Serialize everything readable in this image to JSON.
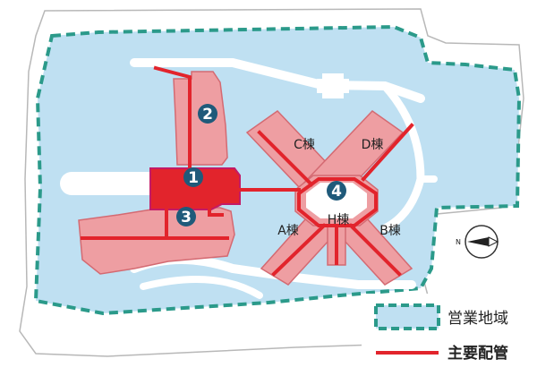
{
  "colors": {
    "business_area": "#bfe0f2",
    "boundary": "#2b9a8a",
    "building": "#ee9ea2",
    "building_stroke": "#d46a72",
    "core_building": "#e2242c",
    "pipe": "#e2242c",
    "marker": "#1f5a7a",
    "path": "#ffffff"
  },
  "markers": {
    "m1": "1",
    "m2": "2",
    "m3": "3",
    "m4": "4"
  },
  "building_labels": {
    "c": "C棟",
    "d": "D棟",
    "a": "A棟",
    "h": "H棟",
    "b": "B棟"
  },
  "compass": {
    "north_label": "N",
    "icon": "north-arrow-icon"
  },
  "legend": {
    "business_area_label": "営業地域",
    "main_pipe_label": "主要配管"
  }
}
